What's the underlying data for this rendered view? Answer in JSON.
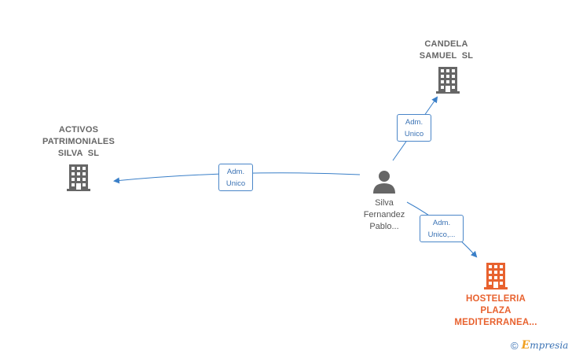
{
  "nodes": {
    "candela": {
      "label_lines": [
        "CANDELA",
        "SAMUEL  SL"
      ],
      "icon": "building-icon",
      "color": "#666666"
    },
    "activos": {
      "label_lines": [
        "ACTIVOS",
        "PATRIMONIALES",
        "SILVA  SL"
      ],
      "icon": "building-icon",
      "color": "#666666"
    },
    "hosteleria": {
      "label_lines": [
        "HOSTELERIA",
        "PLAZA",
        "MEDITERRANEA..."
      ],
      "icon": "building-icon",
      "color": "#e8622f"
    },
    "person": {
      "label_lines": [
        "Silva",
        "Fernandez",
        "Pablo..."
      ],
      "icon": "person-icon",
      "color": "#666666"
    }
  },
  "edges": {
    "to_activos": {
      "lines": [
        "Adm.",
        "Unico"
      ]
    },
    "to_candela": {
      "lines": [
        "Adm.",
        "Unico"
      ]
    },
    "to_hosteleria": {
      "lines": [
        "Adm.",
        "Unico,..."
      ]
    }
  },
  "colors": {
    "edge": "#3a7fc8",
    "highlight": "#e8622f",
    "node": "#666666"
  },
  "footer": {
    "copyright_symbol": "©",
    "brand_initial": "E",
    "brand_rest": "mpresia"
  }
}
